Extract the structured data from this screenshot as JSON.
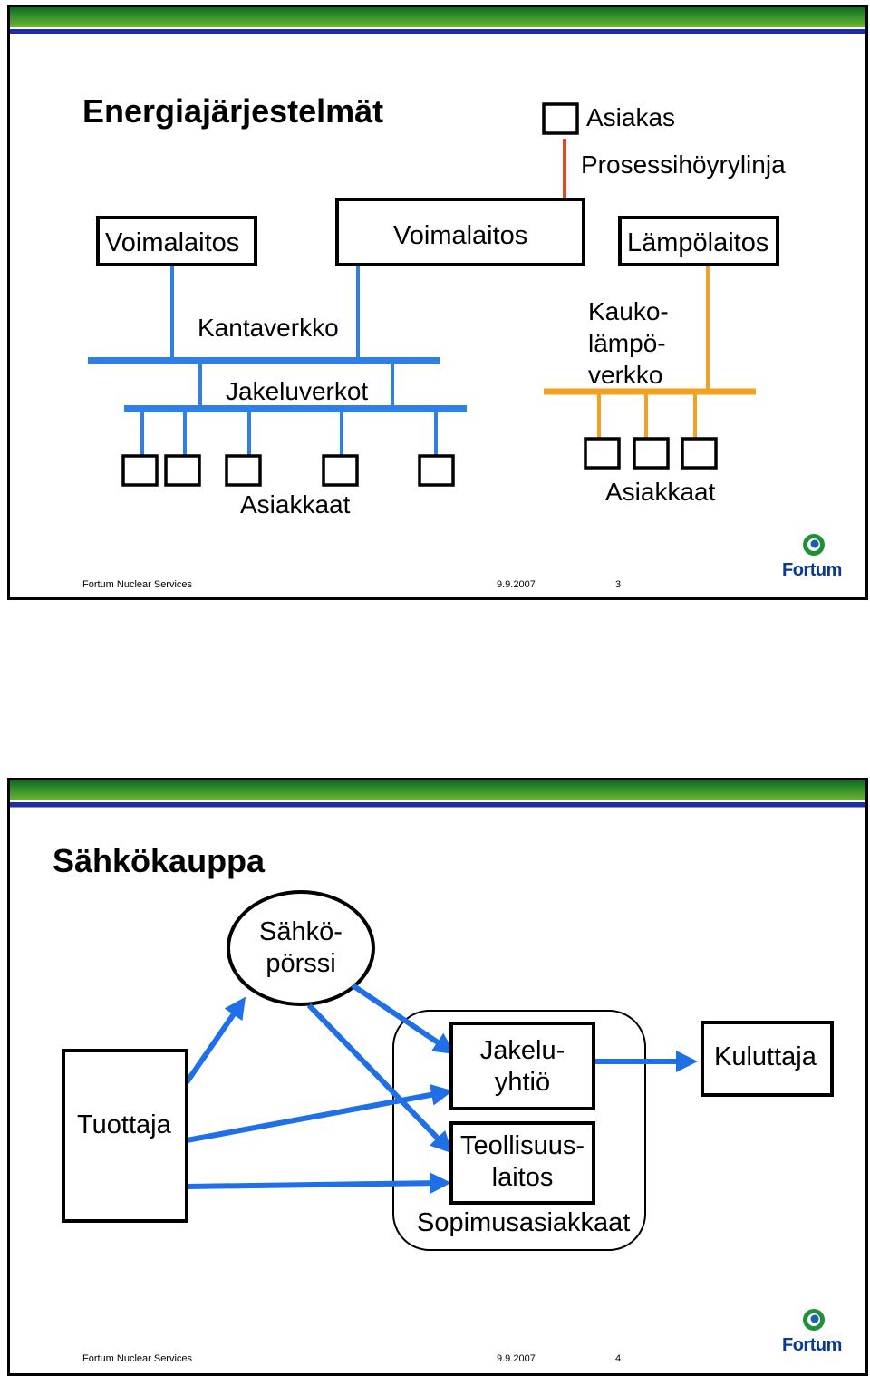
{
  "slide1": {
    "title": "Energiajärjestelmät",
    "customer_label": "Asiakas",
    "process_steam_label": "Prosessihöyrylinja",
    "plant_left": "Voimalaitos",
    "plant_center": "Voimalaitos",
    "heating_plant": "Lämpölaitos",
    "grid_main": "Kantaverkko",
    "grid_distribution": "Jakeluverkot",
    "district_heat": [
      "Kauko-",
      "lämpö-",
      "verkko"
    ],
    "customers_left": "Asiakkaat",
    "customers_right": "Asiakkaat",
    "footer": {
      "company": "Fortum Nuclear Services",
      "date": "9.9.2007",
      "page": "3"
    },
    "logo_text": "Fortum"
  },
  "slide2": {
    "title": "Sähkökauppa",
    "exchange": [
      "Sähkö-",
      "pörssi"
    ],
    "producer": "Tuottaja",
    "distribution_company": [
      "Jakelu-",
      "yhtiö"
    ],
    "industrial_plant": [
      "Teollisuus-",
      "laitos"
    ],
    "contract_customers": "Sopimusasiakkaat",
    "consumer": "Kuluttaja",
    "footer": {
      "company": "Fortum Nuclear Services",
      "date": "9.9.2007",
      "page": "4"
    },
    "logo_text": "Fortum"
  },
  "colors": {
    "electric_grid": "#2f7fe6",
    "district_heat": "#f2a21e",
    "process_steam": "#e2472a",
    "arrow": "#1e6fe8",
    "brand_green": "#2a8a2a",
    "brand_blue": "#1f2ea8"
  }
}
